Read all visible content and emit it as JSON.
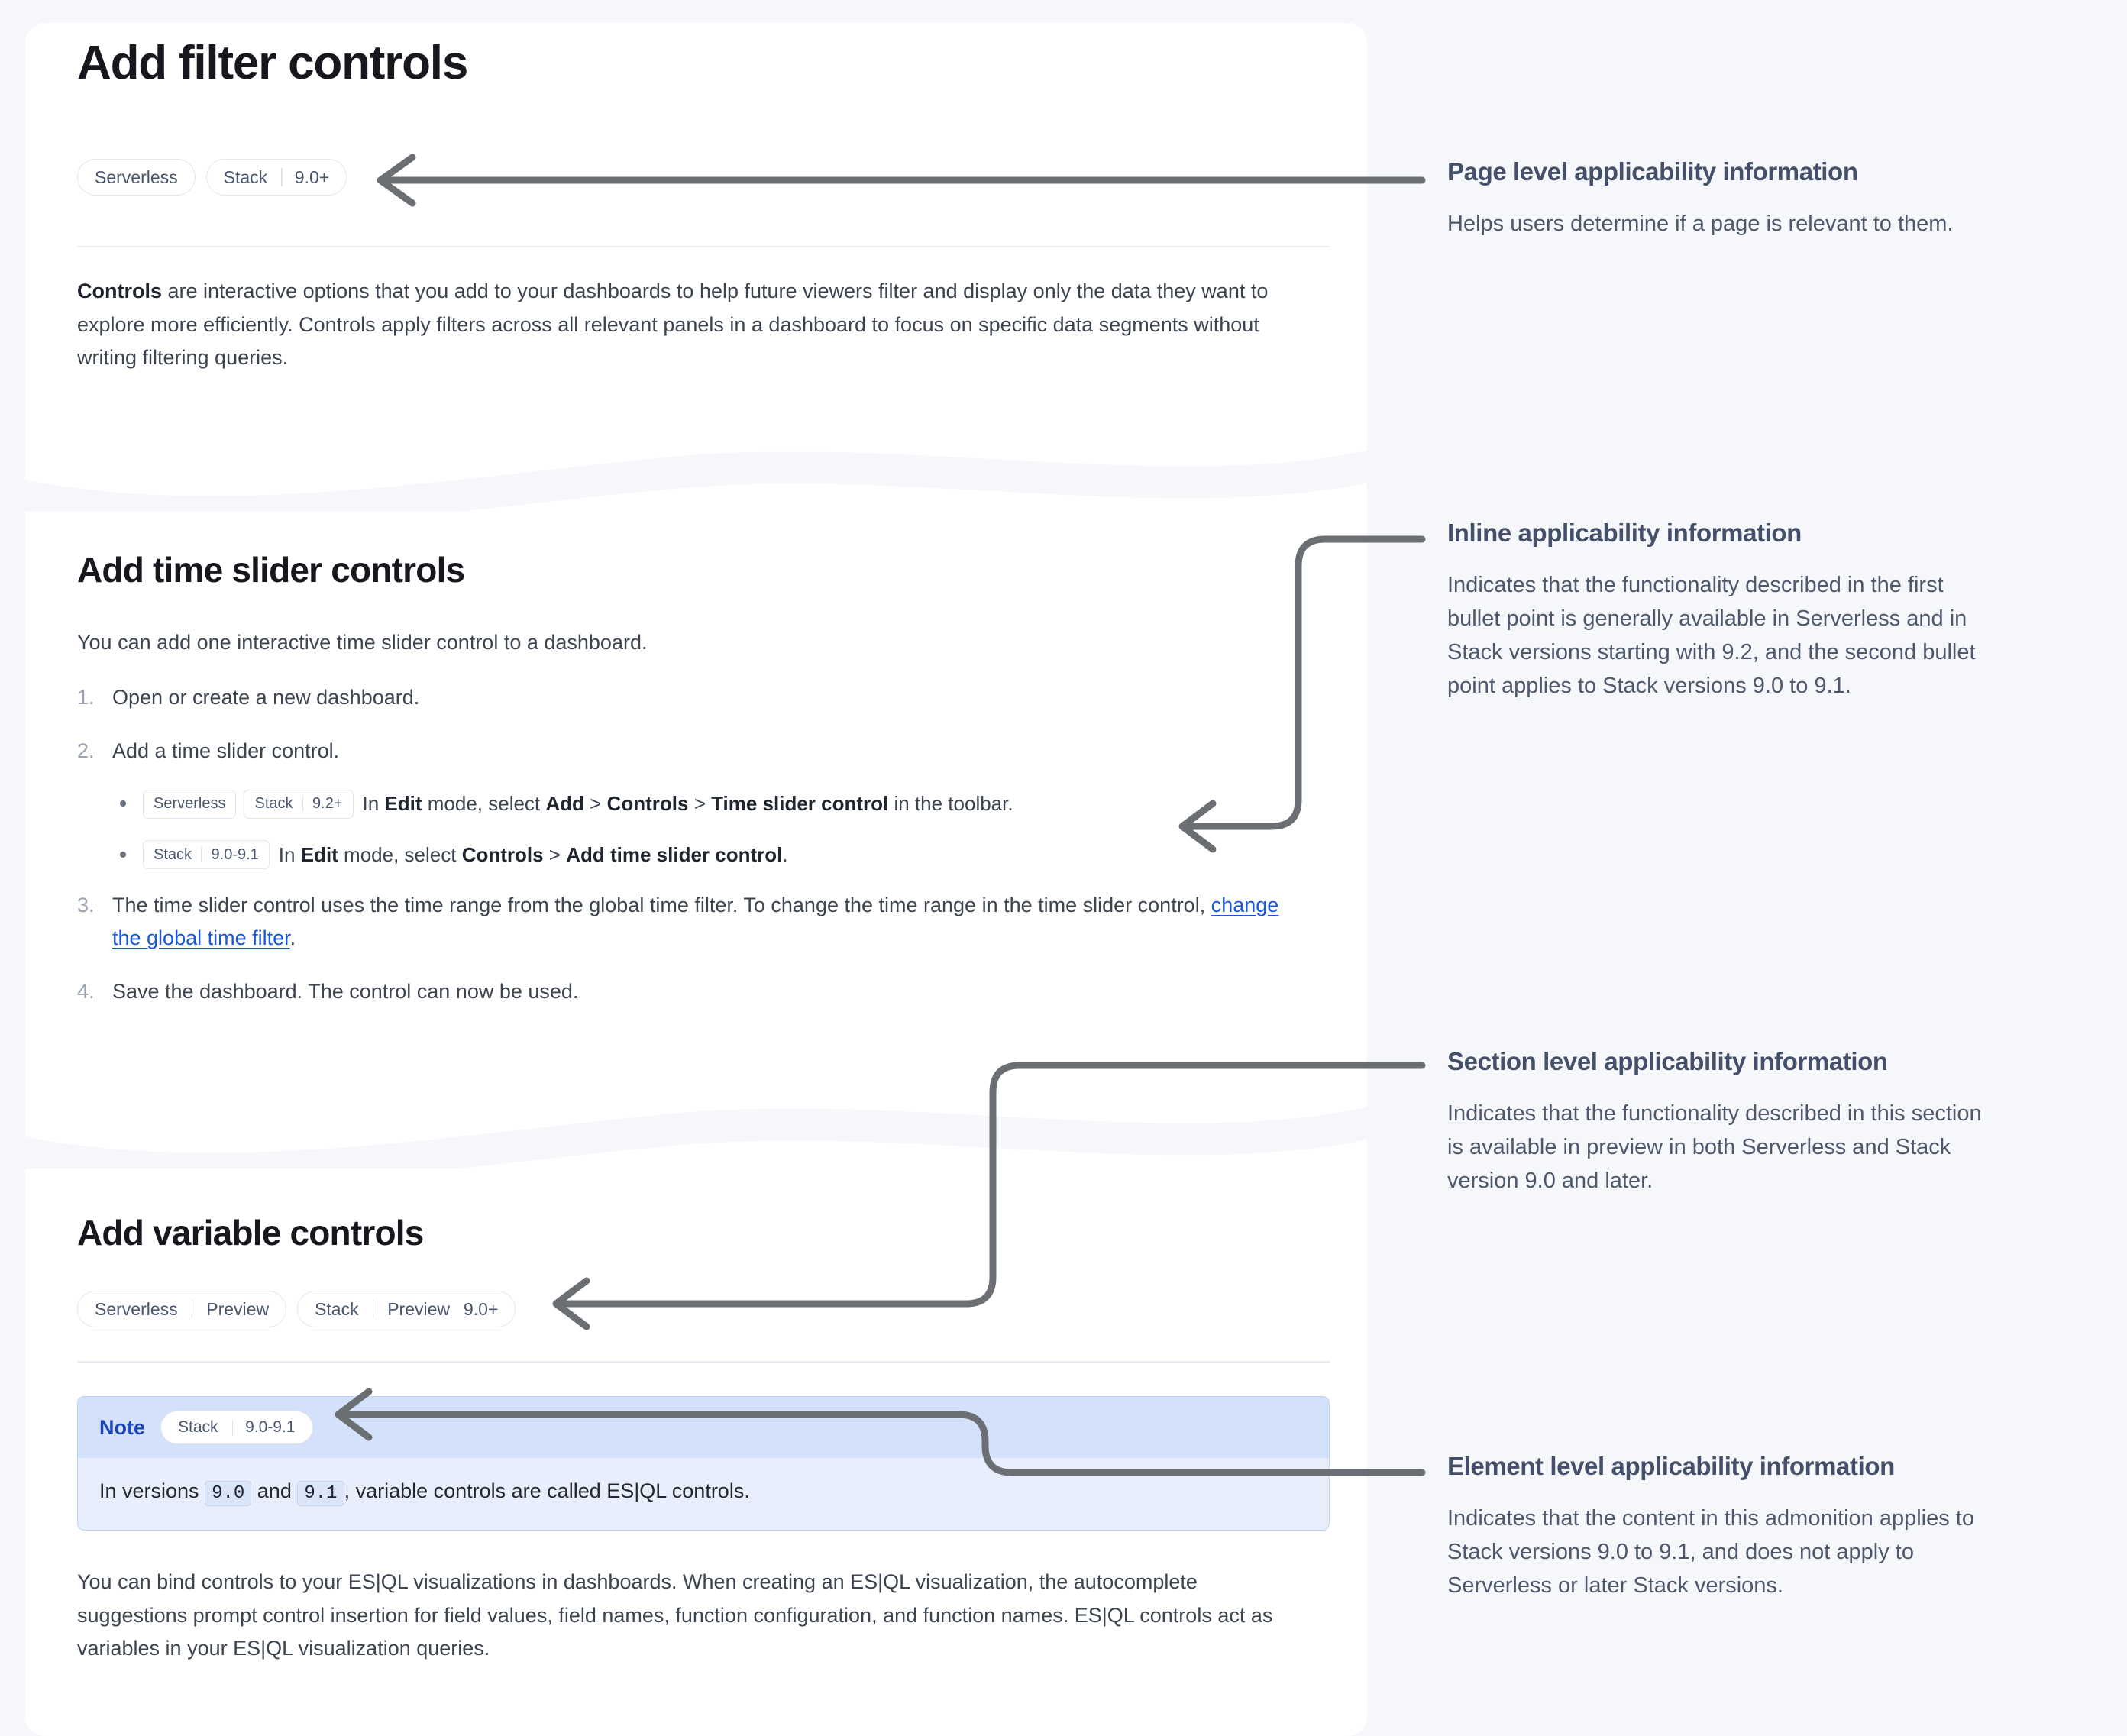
{
  "page": {
    "title": "Add filter controls",
    "badges": [
      {
        "name": "Serverless",
        "version": ""
      },
      {
        "name": "Stack",
        "version": "9.0+"
      }
    ],
    "intro_lead": "Controls",
    "intro_rest": " are interactive options that you add to your dashboards to help future viewers filter and display only the data they want to explore more efficiently. Controls apply filters across all relevant panels in a dashboard to focus on specific data segments without writing filtering queries."
  },
  "time_slider": {
    "heading": "Add time slider controls",
    "intro": "You can add one interactive time slider control to a dashboard.",
    "steps": [
      {
        "num": "1.",
        "text": "Open or create a new dashboard."
      },
      {
        "num": "2.",
        "text": "Add a time slider control."
      },
      {
        "num": "3.",
        "text": "The time slider control uses the time range from the global time filter. To change the time range in the time slider control, "
      },
      {
        "num": "4.",
        "text": "Save the dashboard. The control can now be used."
      }
    ],
    "step3_link": "change the global time filter",
    "step3_tail": ".",
    "sub_bullets": [
      {
        "badge": {
          "name": "Serverless",
          "version": ""
        },
        "badge2": {
          "name": "Stack",
          "version": "9.2+"
        },
        "pre": "In ",
        "b1": "Edit",
        "mid1": " mode, select ",
        "b2": "Add",
        "sep1": " > ",
        "b3": "Controls",
        "sep2": " > ",
        "b4": "Time slider control",
        "tail": " in the toolbar."
      },
      {
        "badge": {
          "name": "Stack",
          "version": "9.0-9.1"
        },
        "pre": "In ",
        "b1": "Edit",
        "mid1": " mode, select ",
        "b2": "Controls",
        "sep1": " > ",
        "b3": "Add time slider control",
        "tail": "."
      }
    ]
  },
  "variable": {
    "heading": "Add variable controls",
    "badges": [
      {
        "name": "Serverless",
        "lifecycle": "Preview",
        "version": ""
      },
      {
        "name": "Stack",
        "lifecycle": "Preview",
        "version": "9.0+"
      }
    ],
    "note": {
      "label": "Note",
      "badge": {
        "name": "Stack",
        "version": "9.0-9.1"
      },
      "pre": "In versions ",
      "code1": "9.0",
      "mid": " and ",
      "code2": "9.1",
      "tail": ", variable controls are called ES|QL controls."
    },
    "body": "You can bind controls to your ES|QL visualizations in dashboards. When creating an ES|QL visualization, the autocomplete suggestions prompt control insertion for field values, field names, function configuration, and function names. ES|QL controls act as variables in your ES|QL visualization queries."
  },
  "annotations": [
    {
      "id": "page-level",
      "title": "Page level applicability information",
      "body": "Helps users determine if a page is relevant to them."
    },
    {
      "id": "inline",
      "title": "Inline applicability information",
      "body": "Indicates that the functionality described in the first bullet point is generally available in Serverless and in Stack versions starting with 9.2, and the second bullet point applies to Stack versions 9.0 to 9.1."
    },
    {
      "id": "section-level",
      "title": "Section level applicability information",
      "body": "Indicates that the functionality described in this section is available in preview in both Serverless and Stack version 9.0 and later."
    },
    {
      "id": "element-level",
      "title": "Element level applicability information",
      "body": "Indicates that the content in this admonition applies to Stack versions 9.0 to 9.1, and does not apply to Serverless or later Stack versions."
    }
  ],
  "colors": {
    "background": "#f6f7fb",
    "card": "#ffffff",
    "link": "#1a56db",
    "note_border": "#bdd2f6",
    "note_head": "#d4e1fa",
    "note_body": "#e8eefc",
    "annotation_text": "#4d586c",
    "connector": "#6b6f73"
  }
}
